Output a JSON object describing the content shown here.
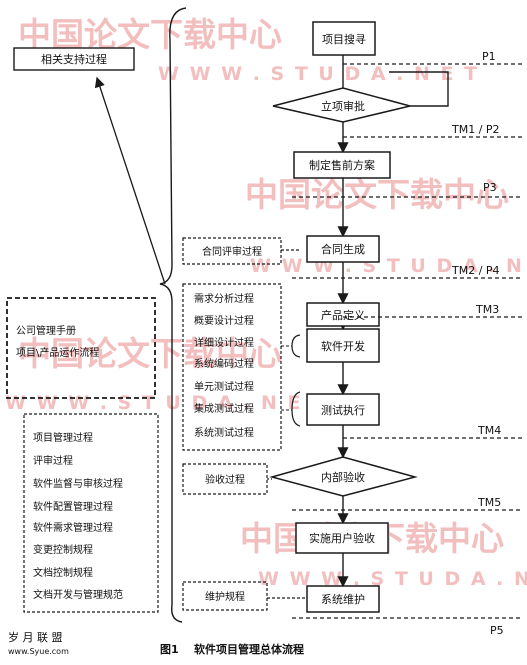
{
  "watermarks": {
    "cn": "中国论文下载中心",
    "url": "W W W . S T U D A . N E T"
  },
  "main_flow": {
    "p1_search": "项目搜寻",
    "p2_approval": "立项审批",
    "p3_presale": "制定售前方案",
    "p4_contract": "合同生成",
    "p5_product_def": "产品定义",
    "p6_dev": "软件开发",
    "p7_test": "测试执行",
    "p8_internal_acceptance": "内部验收",
    "p9_user_acceptance": "实施用户验收",
    "p10_maintenance": "系统维护"
  },
  "milestones": {
    "m1": "P1",
    "m2": "TM1 / P2",
    "m3": "P3",
    "m4": "TM2 / P4",
    "m5": "TM3",
    "m6": "TM4",
    "m7": "TM5",
    "m8": "P5"
  },
  "side": {
    "related_support": "相关支持过程",
    "contract_review": "合同评审过程",
    "dev_processes": [
      "需求分析过程",
      "概要设计过程",
      "详细设计过程",
      "系统编码过程",
      "单元测试过程",
      "集成测试过程",
      "系统测试过程"
    ],
    "acceptance_process": "验收过程",
    "maintenance_spec": "维护规程",
    "company_manual": [
      "公司管理手册",
      "项目\\产品运作流程"
    ],
    "management_processes": [
      "项目管理过程",
      "评审过程",
      "软件监督与审核过程",
      "软件配置管理过程",
      "软件需求管理过程",
      "变更控制规程",
      "文档控制规程",
      "文档开发与管理规范"
    ]
  },
  "caption": "图1    软件项目管理总体流程",
  "logo": {
    "cn": "岁 月 联 盟",
    "site": "www.Syue.com"
  }
}
